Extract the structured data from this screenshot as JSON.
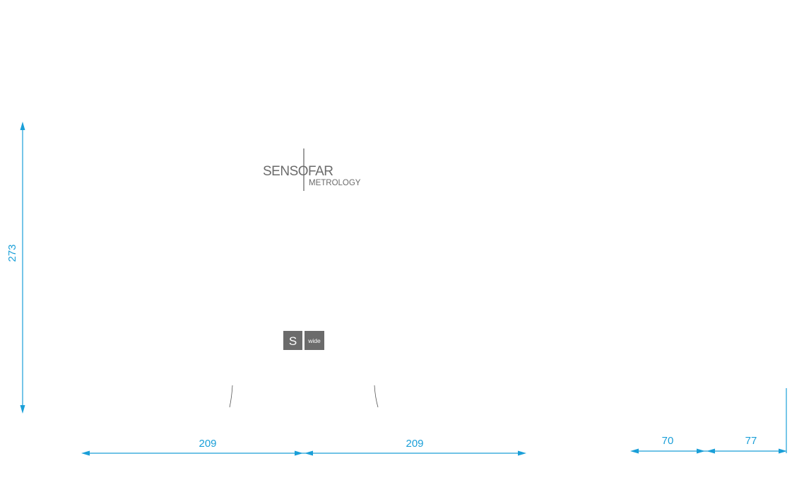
{
  "logo": {
    "main_text": "SENSOFAR",
    "sub_text": "METROLOGY"
  },
  "badge": {
    "letter": "S",
    "word": "wide"
  },
  "dimensions": {
    "height_value": "273",
    "left_width_value": "209",
    "right_width_value": "209",
    "side_depth_front_value": "70",
    "side_depth_rear_value": "77"
  },
  "colors": {
    "dimension": "#1a9fd8",
    "logo": "#6b6b6b"
  }
}
